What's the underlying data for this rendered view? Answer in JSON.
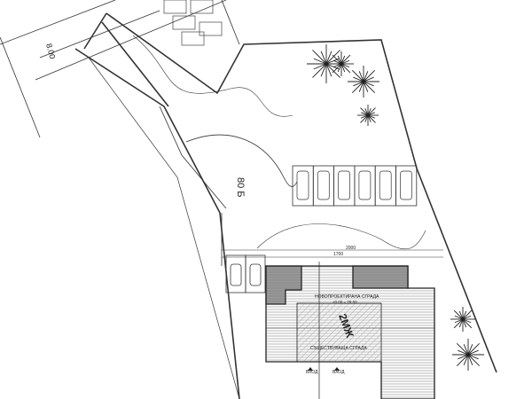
{
  "drawing": {
    "road_width_label": "8.00",
    "plot_label": "80 Б",
    "dimension_total": "2000",
    "dimension_partial": "1700",
    "new_building_label": "НОВОПРОЕКТИРАНА СГРАДА",
    "elevation_label": "±0.00 = 78.50",
    "zone_label": "2МЖ",
    "existing_building_label": "СЪЩЕСТВУВАЩА СГРАДА",
    "entrances": [
      "ВХОД",
      "ВХОД"
    ],
    "parking_spaces_row": 6,
    "parking_spaces_side": 2
  },
  "colors": {
    "line": "#333333",
    "hatch_dark": "#8a8a8a",
    "hatch_light": "#bdbdbd"
  }
}
